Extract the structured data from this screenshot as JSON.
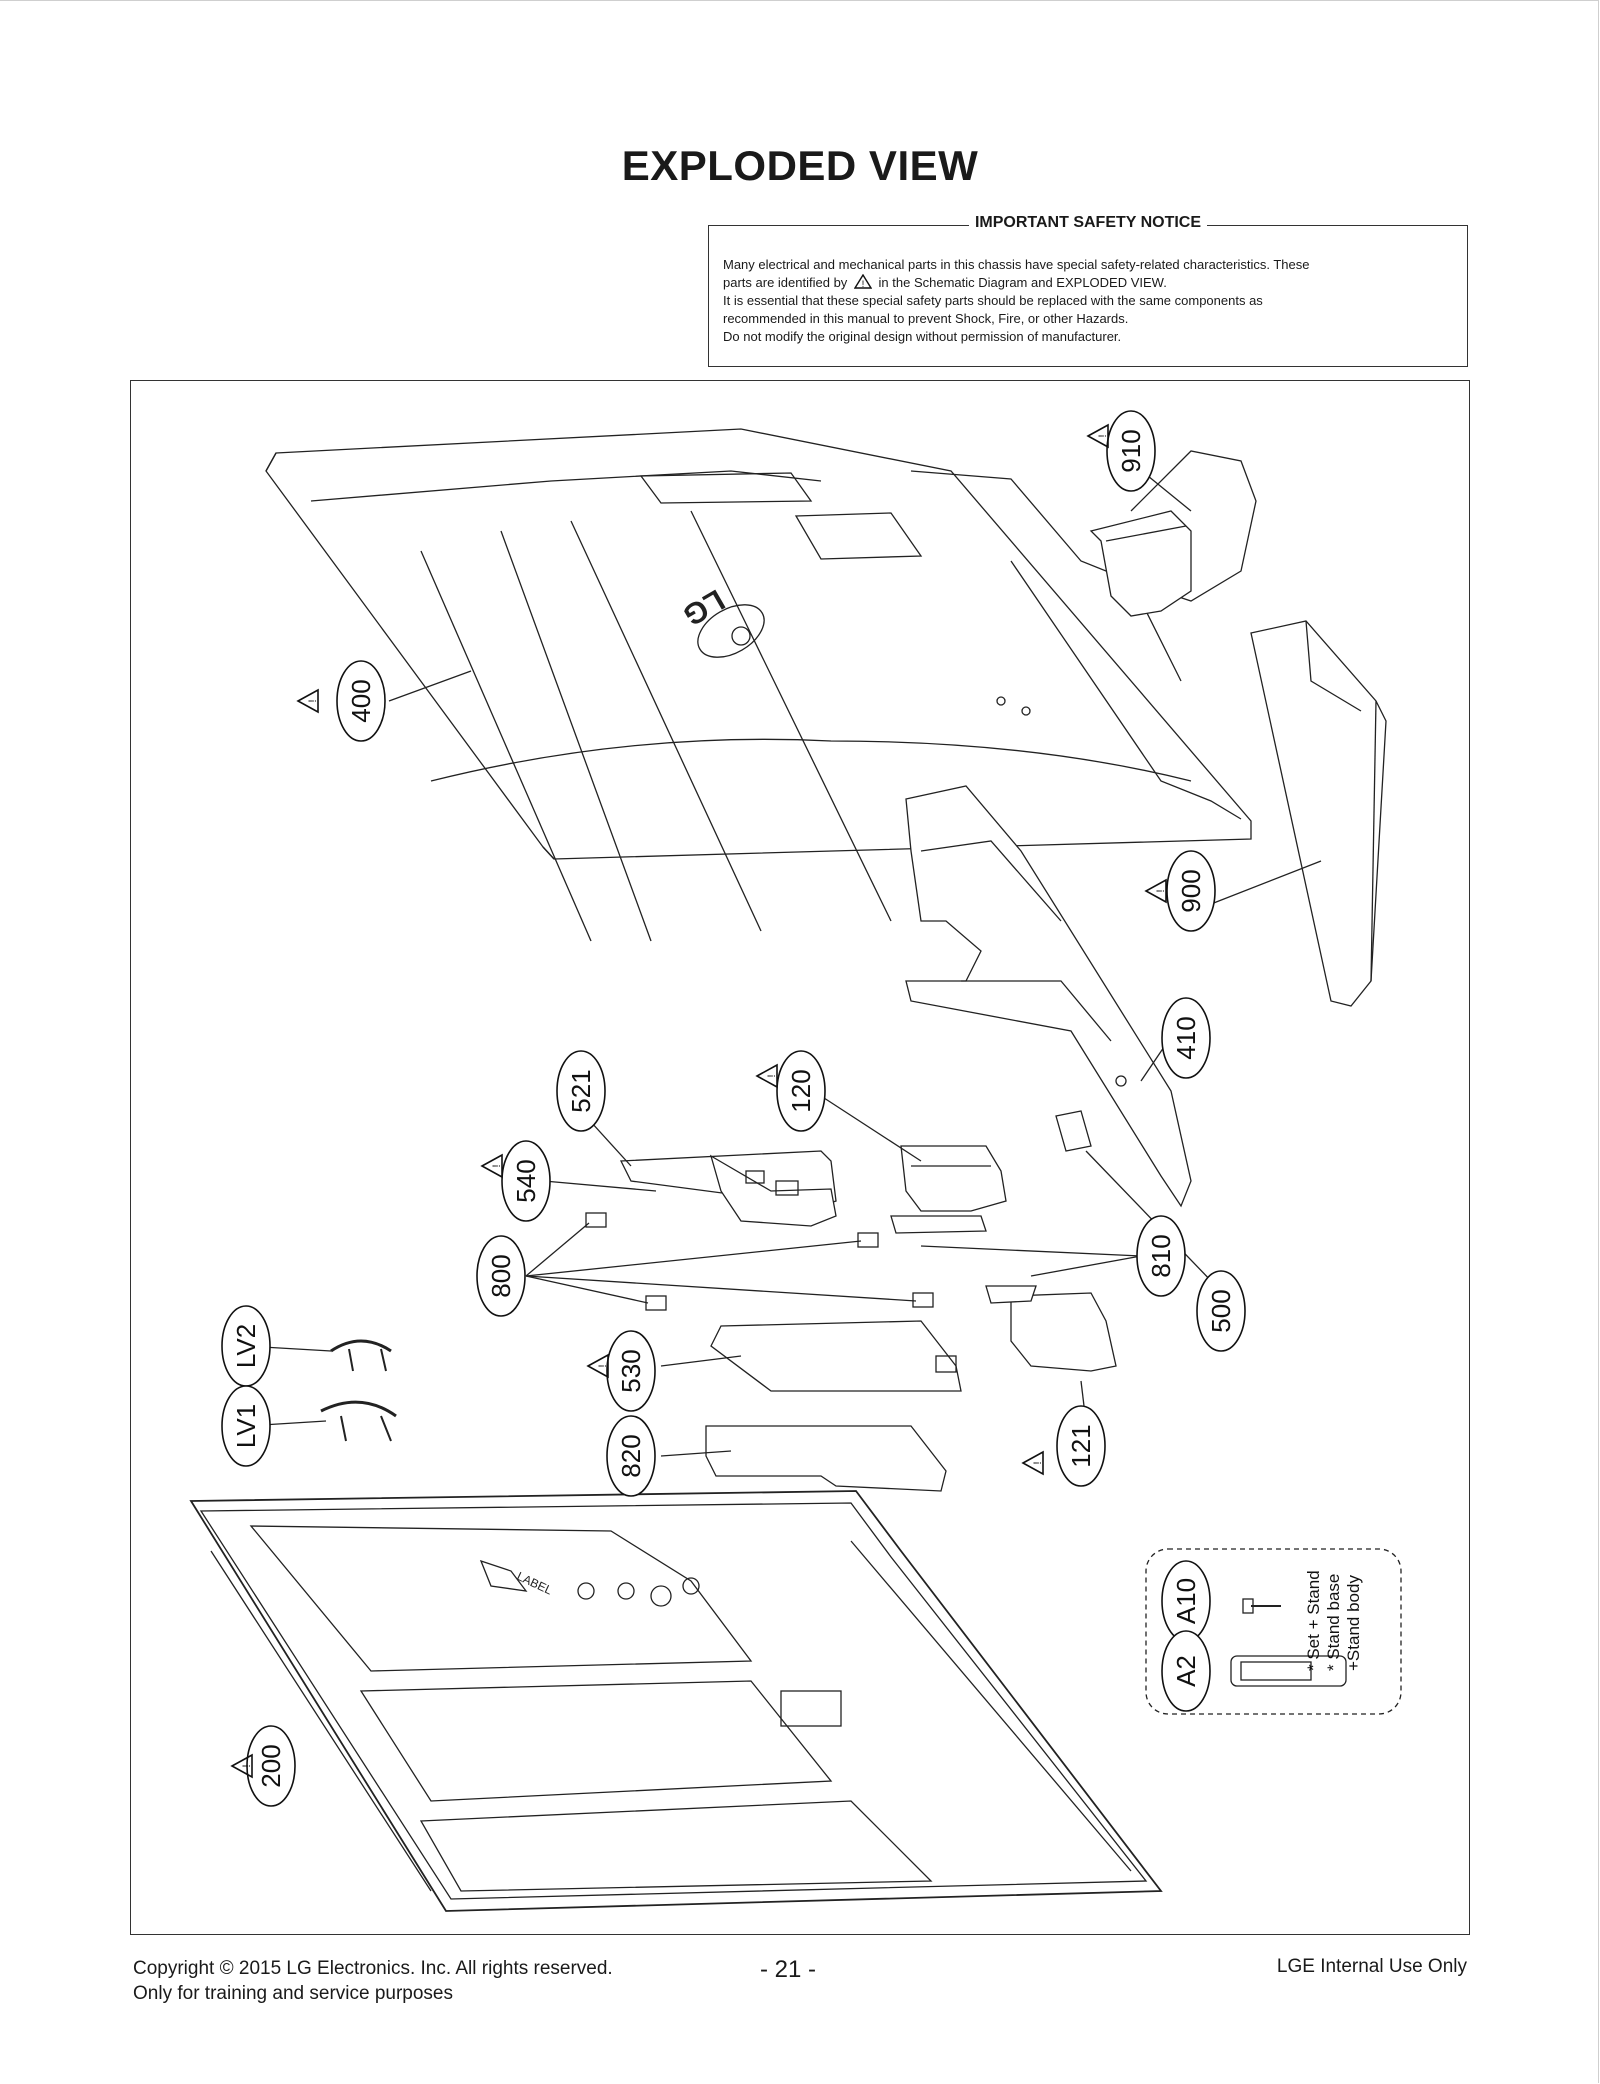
{
  "title": "EXPLODED VIEW",
  "safety_notice": {
    "heading": "IMPORTANT SAFETY NOTICE",
    "line1": "Many electrical and mechanical parts in this chassis have special safety-related characteristics. These",
    "line2a": "parts are identified by",
    "line2b": "in the Schematic Diagram and EXPLODED VIEW.",
    "line3": "It is essential that these special safety parts should be replaced with the same components as",
    "line4": "recommended in this manual to prevent Shock, Fire, or other Hazards.",
    "line5": "Do not modify the original design without permission of manufacturer."
  },
  "parts": {
    "p910": "910",
    "p400": "400",
    "p900": "900",
    "p410": "410",
    "p521": "521",
    "p120": "120",
    "p540": "540",
    "p800": "800",
    "p810": "810",
    "p500": "500",
    "p530": "530",
    "p820": "820",
    "p121": "121",
    "pLV2": "LV2",
    "pLV1": "LV1",
    "p200": "200",
    "pA10": "A10",
    "pA2": "A2"
  },
  "accessory_notes": {
    "n1": "* Set + Stand",
    "n2": "* Stand base",
    "n3": "+Stand body"
  },
  "drawing_text": {
    "logo": "LG",
    "label": "LABEL"
  },
  "footer": {
    "copyright": "Copyright  © 2015 LG Electronics. Inc. All rights reserved.",
    "training": "Only for training and service purposes",
    "page": "- 21 -",
    "internal": "LGE Internal Use Only"
  }
}
